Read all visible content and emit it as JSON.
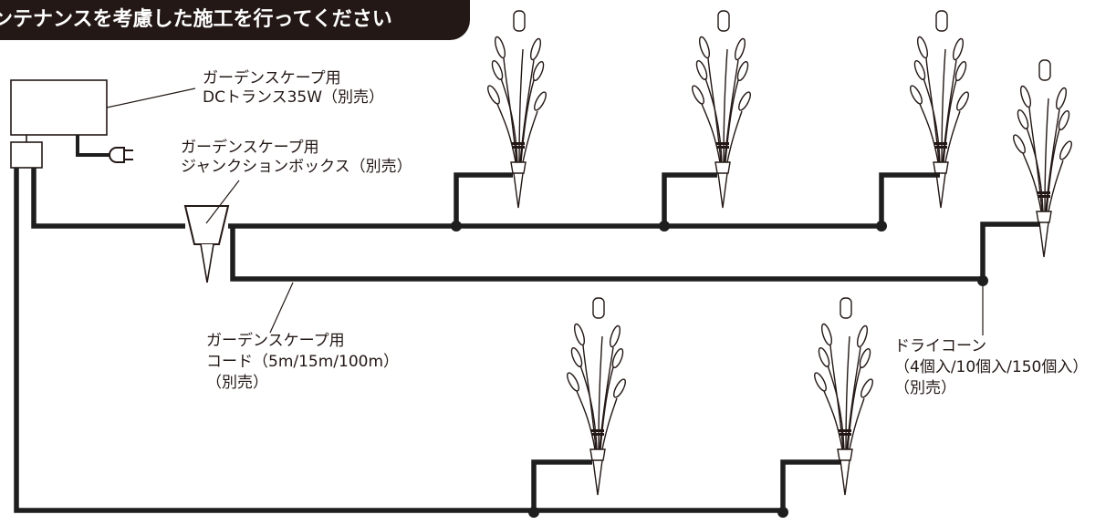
{
  "banner": {
    "text": "ンテナンスを考慮した施工を行ってください"
  },
  "labels": {
    "transformer": [
      "ガーデンスケープ用",
      "DCトランス35W（別売）"
    ],
    "junction_box": [
      "ガーデンスケープ用",
      "ジャンクションボックス（別売）"
    ],
    "cord": [
      "ガーデンスケープ用",
      "コード（5m/15m/100m）",
      "（別売）"
    ],
    "dry_cone": [
      "ドライコーン",
      "（4個入/10個入/150個入）",
      "（別売）"
    ]
  },
  "colors": {
    "ink": "#231815",
    "wire": "#1e1e1e",
    "background": "#ffffff"
  },
  "icons": {
    "plug": "power-plug-icon",
    "junction": "junction-box-icon",
    "light": "garden-stake-light-icon"
  }
}
